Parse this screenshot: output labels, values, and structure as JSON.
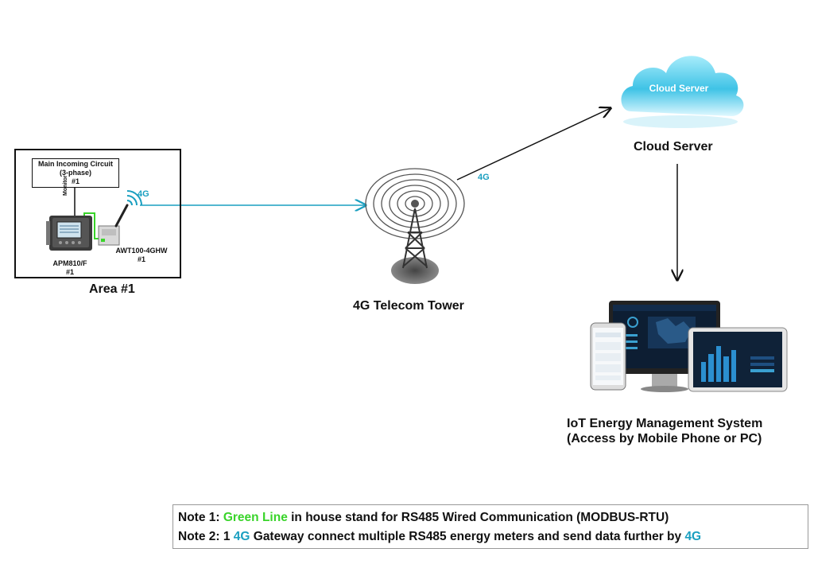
{
  "area": {
    "circuit_title": "Main Incoming Circuit",
    "circuit_sub": "(3-phase)",
    "circuit_num": "#1",
    "monitor": "Monitor",
    "meter_name": "APM810/F",
    "meter_num": "#1",
    "gateway_name": "AWT100-4GHW",
    "gateway_num": "#1",
    "tag_4g": "4G",
    "title": "Area #1"
  },
  "tower": {
    "label": "4G Telecom Tower",
    "tag_4g": "4G"
  },
  "cloud": {
    "inner_label": "Cloud Server",
    "title": "Cloud Server"
  },
  "iot": {
    "line1": "IoT Energy Management System",
    "line2": "(Access by Mobile Phone or PC)"
  },
  "notes": {
    "n1_prefix": "Note 1: ",
    "n1_green": "Green Line",
    "n1_rest": " in house stand for RS485 Wired Communication (MODBUS-RTU)",
    "n2_prefix": "Note 2: 1 ",
    "n2_4g_a": "4G",
    "n2_mid": " Gateway connect multiple RS485 energy meters and send data further by ",
    "n2_4g_b": "4G"
  },
  "colors": {
    "green_line": "#39d42a",
    "link_4g": "#1a9fc0",
    "cloud": "#5bcbe8"
  }
}
